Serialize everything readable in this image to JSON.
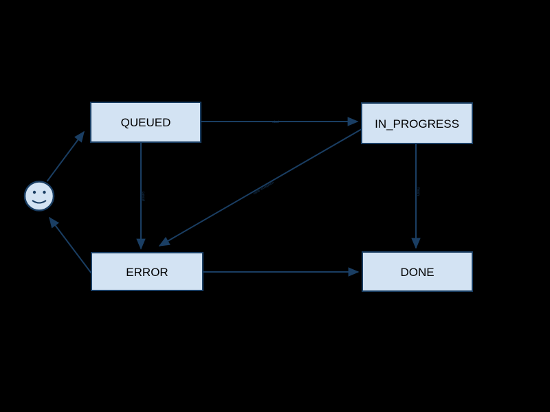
{
  "diagram": {
    "type": "state-machine",
    "nodes": [
      {
        "id": "queued",
        "label": "QUEUED"
      },
      {
        "id": "in_progress",
        "label": "IN_PROGRESS"
      },
      {
        "id": "error",
        "label": "ERROR"
      },
      {
        "id": "done",
        "label": "DONE"
      },
      {
        "id": "user",
        "label": "",
        "icon": "smiley-face"
      }
    ],
    "edges": [
      {
        "from": "user",
        "to": "queued",
        "label": ""
      },
      {
        "from": "queued",
        "to": "in_progress",
        "label": "start"
      },
      {
        "from": "queued",
        "to": "error",
        "label": "cancel"
      },
      {
        "from": "in_progress",
        "to": "error",
        "label": "raise exception"
      },
      {
        "from": "in_progress",
        "to": "done",
        "label": "finish"
      },
      {
        "from": "error",
        "to": "done",
        "label": ""
      },
      {
        "from": "error",
        "to": "user",
        "label": ""
      }
    ]
  },
  "colors": {
    "background": "#000000",
    "node_fill": "#d3e3f3",
    "node_stroke": "#1a3e63",
    "edge_stroke": "#1a3e63",
    "node_text": "#000000",
    "edge_label_text": "#1a3e63"
  }
}
